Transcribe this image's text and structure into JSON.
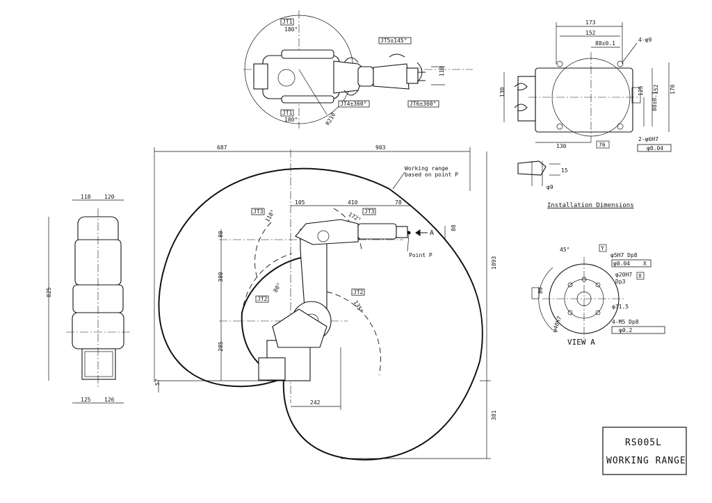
{
  "title_block": {
    "model": "RS005L",
    "subtitle": "WORKING RANGE"
  },
  "side_view": {
    "dims": {
      "reach_back": "687",
      "reach_front": "903",
      "total_height": "1093",
      "below_base": "381",
      "base_offset": "57",
      "base_h": "285",
      "arm_h": "380",
      "top_h": "80",
      "offset_105": "105",
      "arm_410": "410",
      "tool_78": "78",
      "tool_80": "80",
      "base_x": "242"
    },
    "labels": {
      "working_range_1": "Working range",
      "working_range_2": "based on point P",
      "point_p": "Point P",
      "view_arrow": "A",
      "jt3_a": "JT3",
      "jt3_b": "JT3",
      "jt3_ang_a": "118°",
      "jt3_ang_b": "172°",
      "jt2_a": "JT2",
      "jt2_b": "JT2",
      "jt2_ang_a": "80°",
      "jt2_ang_b": "135°"
    }
  },
  "front_view": {
    "dims": {
      "top_left": "118",
      "top_right": "120",
      "height": "825",
      "bot_left": "125",
      "bot_right": "126"
    }
  },
  "top_view": {
    "labels": {
      "jt1_top": "JT1",
      "jt1_top_ang": "180°",
      "jt1_bot": "JT1",
      "jt1_bot_ang": "180°",
      "jt5": "JT5±145°",
      "jt4": "JT4±360°",
      "jt6": "JT6±360°",
      "radius": "R210",
      "width": "110"
    }
  },
  "installation": {
    "title": "Installation Dimensions",
    "dims": {
      "w173": "173",
      "w152": "152",
      "w88": "88±0.1",
      "holes": "4-φ9",
      "h130": "130",
      "h125": "125",
      "h152": "152",
      "h170": "170",
      "h88": "88±0.1",
      "b130": "130",
      "b76": "76",
      "pin": "2-φ6H7",
      "pin_tol": "φ0.04",
      "d15": "15",
      "d9": "φ9"
    }
  },
  "view_a": {
    "title": "VIEW A",
    "labels": {
      "angle": "45°",
      "datum_y": "Y",
      "datum_x": "X",
      "hole_5h7": "φ5H7 Dp8",
      "tol_5h7": "φ0.04",
      "bore": "φ20H7",
      "bore_dp": "Dp3",
      "pcd": "φ31.5",
      "flange": "φ40h7",
      "m5": "4-M5 Dp8",
      "m5_tol": "φ0.2",
      "d80": "80"
    }
  }
}
